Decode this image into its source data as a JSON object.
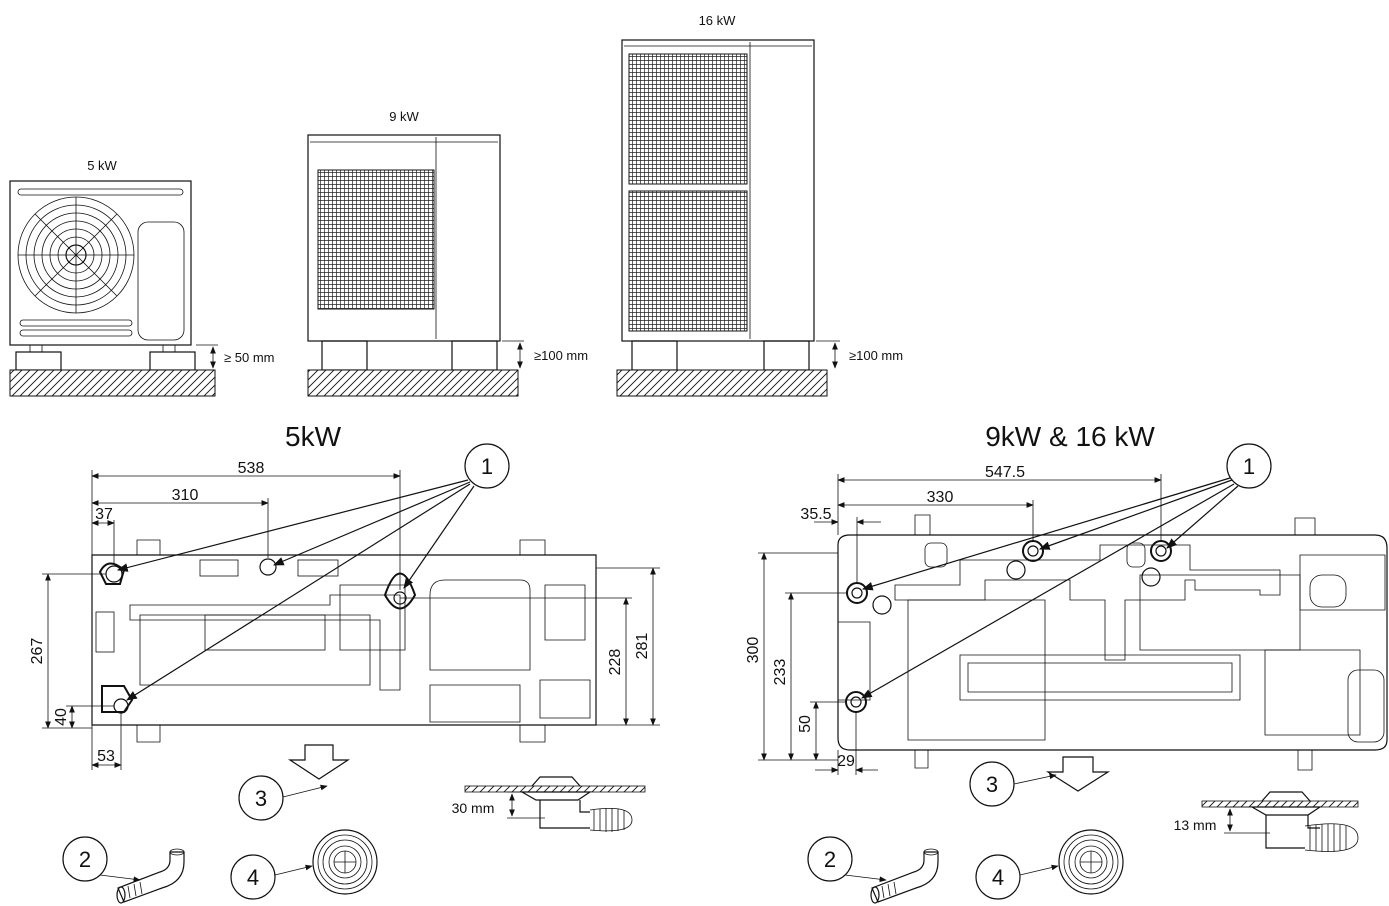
{
  "units": {
    "u5": {
      "label": "5 kW",
      "clearance": "≥ 50 mm"
    },
    "u9": {
      "label": "9 kW",
      "clearance": "≥100 mm"
    },
    "u16": {
      "label": "16 kW",
      "clearance": "≥100 mm"
    }
  },
  "left_base": {
    "title": "5kW",
    "dims": [
      "538",
      "310",
      "37",
      "267",
      "40",
      "53",
      "228",
      "281"
    ],
    "drain_clearance": "30 mm"
  },
  "right_base": {
    "title": "9kW & 16 kW",
    "dims": [
      "547.5",
      "330",
      "35.5",
      "300",
      "233",
      "50",
      "29"
    ],
    "drain_clearance": "13  mm"
  },
  "callouts": {
    "c1": "1",
    "c2": "2",
    "c3": "3",
    "c4": "4"
  }
}
